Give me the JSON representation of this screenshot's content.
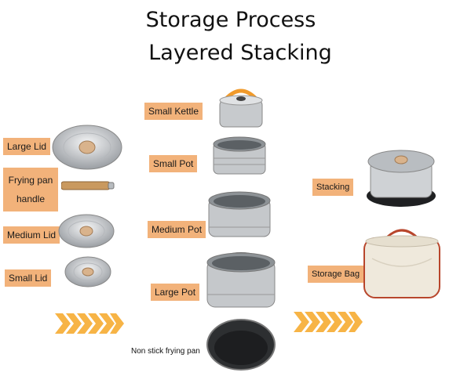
{
  "title": {
    "line1": "Storage Process",
    "line2": "Layered Stacking"
  },
  "labels": {
    "large_lid": "Large Lid",
    "frying_pan_handle_1": "Frying pan",
    "frying_pan_handle_2": "handle",
    "medium_lid": "Medium Lid",
    "small_lid": "Small Lid",
    "small_kettle": "Small Kettle",
    "small_pot": "Small Pot",
    "medium_pot": "Medium Pot",
    "large_pot": "Large Pot",
    "frying_pan": "Non stick frying pan",
    "stacking": "Stacking",
    "storage_bag": "Storage Bag"
  },
  "colors": {
    "label_bg": "#f2b27a",
    "chevron": "#f7b446",
    "steel": "#c9ccd0",
    "knob": "#d9b38c"
  }
}
